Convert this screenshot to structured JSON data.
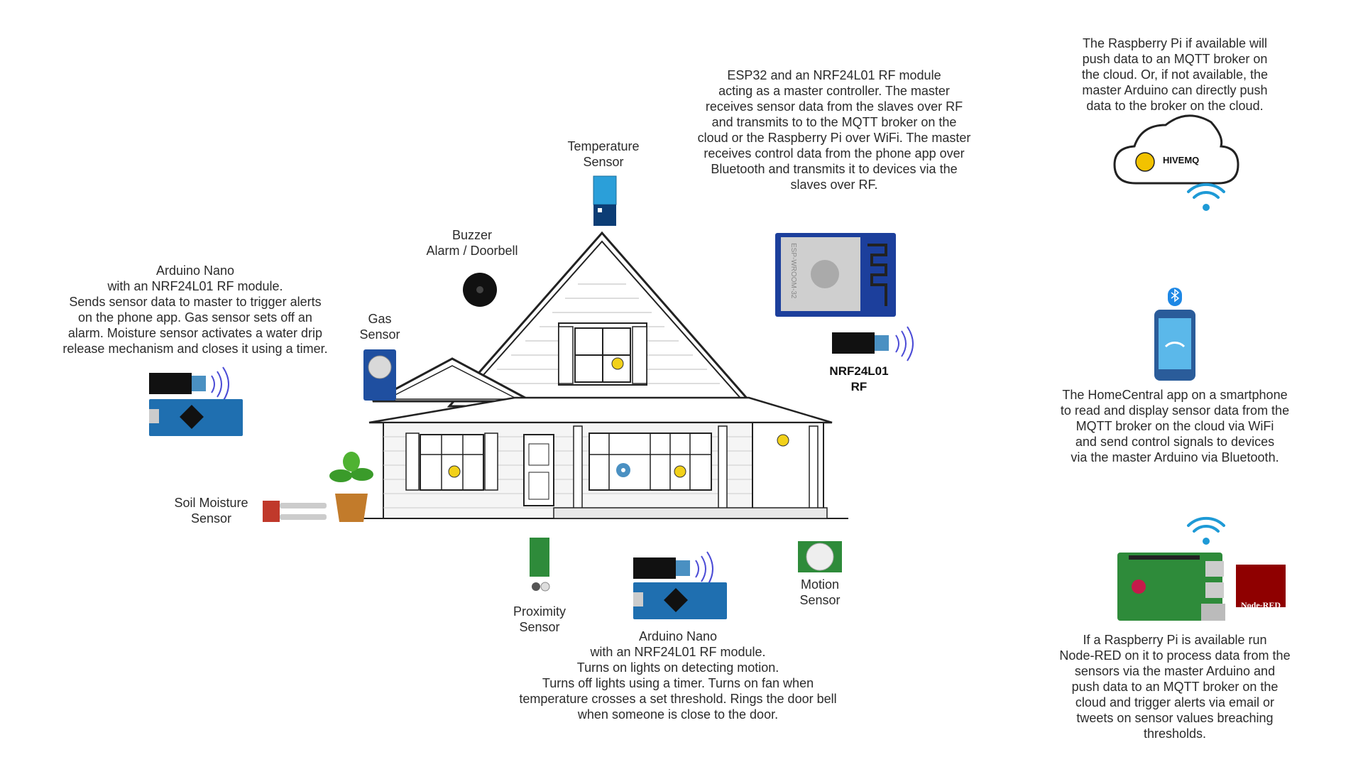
{
  "labels": {
    "rpi_cloud_text": "The Raspberry Pi if available will\npush data to an MQTT broker on\nthe cloud. Or, if not available, the\nmaster Arduino can directly push\ndata to the broker on the cloud.",
    "esp32_text": "ESP32 and an NRF24L01 RF module\nacting as a master controller. The master\nreceives sensor data from the slaves over RF\nand transmits to to the MQTT broker on the\ncloud or the Raspberry Pi over WiFi. The master\nreceives control data from the phone app over\nBluetooth and transmits it to devices via the\nslaves over RF.",
    "temperature": "Temperature\nSensor",
    "buzzer": "Buzzer\nAlarm / Doorbell",
    "gas": "Gas\nSensor",
    "arduino_left": "Arduino Nano\nwith an NRF24L01 RF module.\nSends sensor data to master to trigger alerts\non the phone app. Gas sensor sets off an\nalarm. Moisture sensor activates a water drip\nrelease mechanism and closes it using a timer.",
    "nrf": "NRF24L01\nRF",
    "soil": "Soil Moisture\nSensor",
    "proximity": "Proximity\nSensor",
    "motion": "Motion\nSensor",
    "arduino_bottom": "Arduino Nano\nwith an NRF24L01 RF module.\nTurns on lights on detecting motion.\nTurns off lights using a timer. Turns on fan when\ntemperature crosses a set threshold. Rings the door bell\nwhen someone is close to the door.",
    "phone_text": "The HomeCentral app on a smartphone\nto read and display sensor data from the\nMQTT broker on the cloud via WiFi\nand send control signals to devices\nvia the master Arduino via Bluetooth.",
    "rpi_text": "If a Raspberry Pi is available run\nNode-RED on it to process data from the\nsensors via the master Arduino and\npush data to an MQTT broker on the\ncloud and trigger alerts via email or\ntweets on sensor values breaching\nthresholds.",
    "hivemq": "HIVEMQ",
    "node_red": "Node-RED",
    "esp_chip": "ESP-WROOM-32"
  },
  "icons": [
    "hivemq-cloud-icon",
    "wifi-icon",
    "bluetooth-icon",
    "smartphone-icon",
    "raspberry-pi-icon",
    "node-red-icon",
    "esp32-icon",
    "nrf24l01-icon",
    "arduino-nano-icon",
    "temperature-sensor-icon",
    "buzzer-icon",
    "gas-sensor-icon",
    "soil-moisture-icon",
    "plant-icon",
    "proximity-sensor-icon",
    "motion-sensor-icon",
    "house-icon",
    "light-bulb-icon",
    "fan-icon"
  ],
  "colors": {
    "wifi": "#1e9ad6",
    "arduino": "#1f6fb0",
    "esp32_border": "#1c3f9c",
    "pcb_green": "#2e8b3a",
    "node_red": "#8f0000",
    "soil": "#c0392b",
    "bulb": "#f2d11a"
  }
}
